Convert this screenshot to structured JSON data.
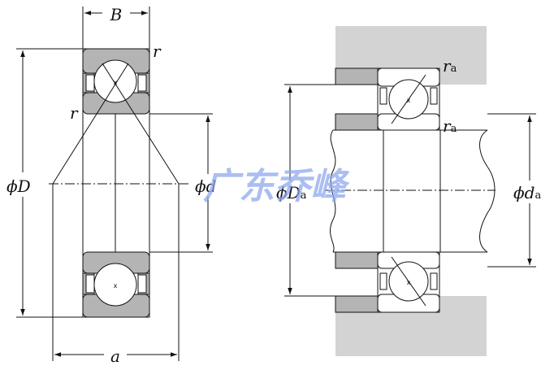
{
  "labels": {
    "width": "B",
    "fillet": "r",
    "outer_diameter": "ϕD",
    "bore_diameter": "ϕd",
    "load_center": "a",
    "housing_fillet_main": "r",
    "housing_fillet_sub": "a",
    "shaft_fillet_main": "r",
    "shaft_fillet_sub": "a",
    "housing_shoulder_main": "ϕD",
    "housing_shoulder_sub": "a",
    "shaft_shoulder_main": "ϕd",
    "shaft_shoulder_sub": "a"
  },
  "watermark": "广东乔峰",
  "colors": {
    "ring_fill": "#b4b4b4",
    "housing_fill": "#d3d3d3",
    "line": "#111111"
  }
}
